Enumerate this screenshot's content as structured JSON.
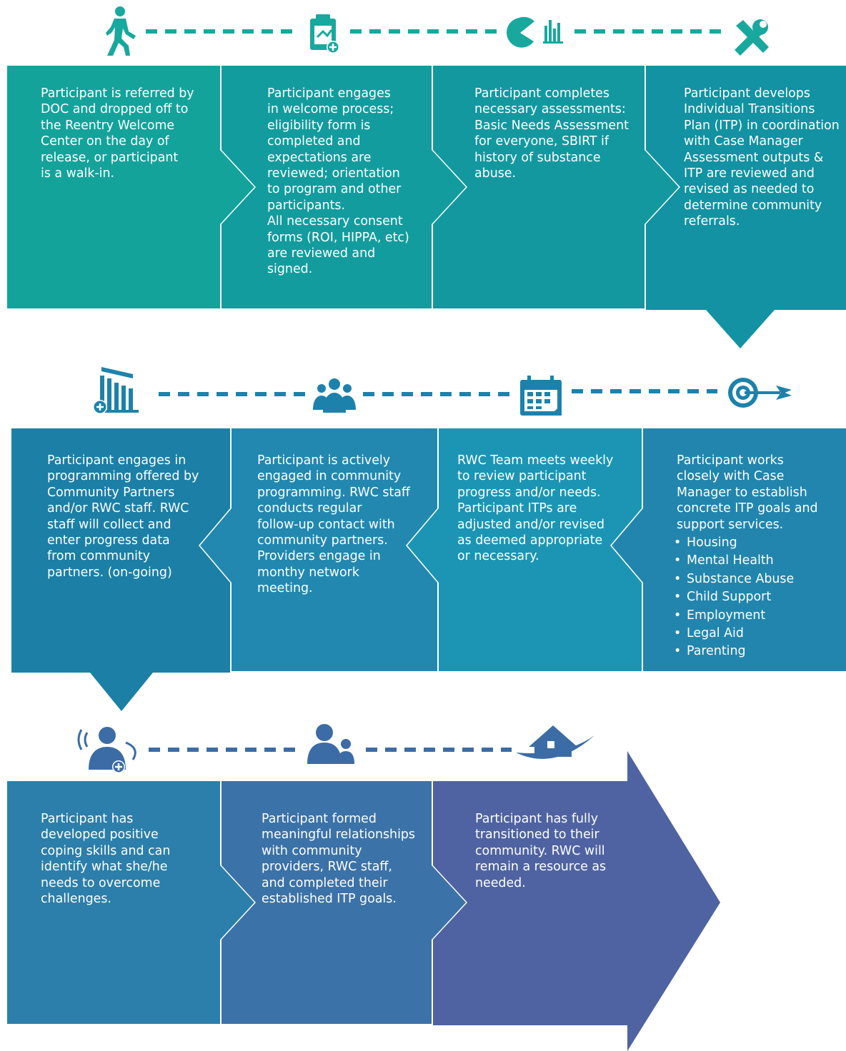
{
  "colors": {
    "row1": [
      "#14a39b",
      "#139c9e",
      "#1398a0",
      "#1292a2"
    ],
    "row2": [
      "#1c7fa6",
      "#2288b0",
      "#1c95b4",
      "#2285ad"
    ],
    "row3": [
      "#2b7faa",
      "#3b72a8",
      "#4f63a2"
    ],
    "icon_row1": "#18a89e",
    "icon_row2": "#1d82ab",
    "icon_row3": "#3c6ca5"
  },
  "row1": {
    "icons": [
      "walking-person-icon",
      "clipboard-plus-icon",
      "pie-chart-bars-icon",
      "tools-icon"
    ],
    "boxes": [
      {
        "text": "Participant is referred by\nDOC and dropped off to\nthe Reentry Welcome\nCenter on the day of\nrelease, or participant\nis a walk-in."
      },
      {
        "text": "Participant engages\nin welcome process;\neligibility form is\ncompleted and\nexpectations are\nreviewed; orientation\nto program and other\nparticipants.\nAll necessary consent\nforms (ROI, HIPPA, etc)\nare reviewed and\nsigned."
      },
      {
        "text": "Participant completes\nnecessary assessments:\nBasic Needs Assessment\nfor everyone, SBIRT if\nhistory of substance\nabuse."
      },
      {
        "text": "Participant develops\nIndividual Transitions\nPlan (ITP) in coordination\nwith Case Manager\nAssessment outputs &\nITP are reviewed and\nrevised as needed to\ndetermine community\nreferrals."
      }
    ]
  },
  "row2": {
    "icons": [
      "bar-chart-plus-icon",
      "group-people-icon",
      "calendar-icon",
      "target-arrow-icon"
    ],
    "boxes": [
      {
        "text": "Participant engages in\nprogramming offered by\nCommunity Partners\nand/or RWC staff. RWC\nstaff will collect and\nenter progress data\nfrom community\npartners. (on-going)"
      },
      {
        "text": "Participant is actively\nengaged in community\nprogramming. RWC staff\nconducts regular\nfollow-up contact with\ncommunity partners.\nProviders engage in\nmonthy network\nmeeting."
      },
      {
        "text": "RWC Team meets weekly\nto review participant\nprogress and/or needs.\nParticipant ITPs are\nadjusted and/or revised\nas deemed appropriate\nor necessary."
      },
      {
        "text": "Participant  works\nclosely with Case\nManager to establish\nconcrete ITP goals and\nsupport services.",
        "bullets": [
          "Housing",
          "Mental Health",
          "Substance Abuse",
          "Child Support",
          "Employment",
          "Legal Aid",
          "Parenting"
        ]
      }
    ]
  },
  "row3": {
    "icons": [
      "person-talking-icon",
      "mentor-people-icon",
      "house-icon"
    ],
    "boxes": [
      {
        "text": "Participant has\ndeveloped positive\ncoping skills and can\nidentify what she/he\nneeds to overcome\nchallenges."
      },
      {
        "text": "Participant formed\nmeaningful relationships\nwith community\nproviders, RWC staff,\nand completed their\nestablished ITP goals."
      },
      {
        "text": "Participant has fully\ntransitioned to their\ncommunity. RWC will\nremain a resource as\nneeded."
      }
    ]
  }
}
